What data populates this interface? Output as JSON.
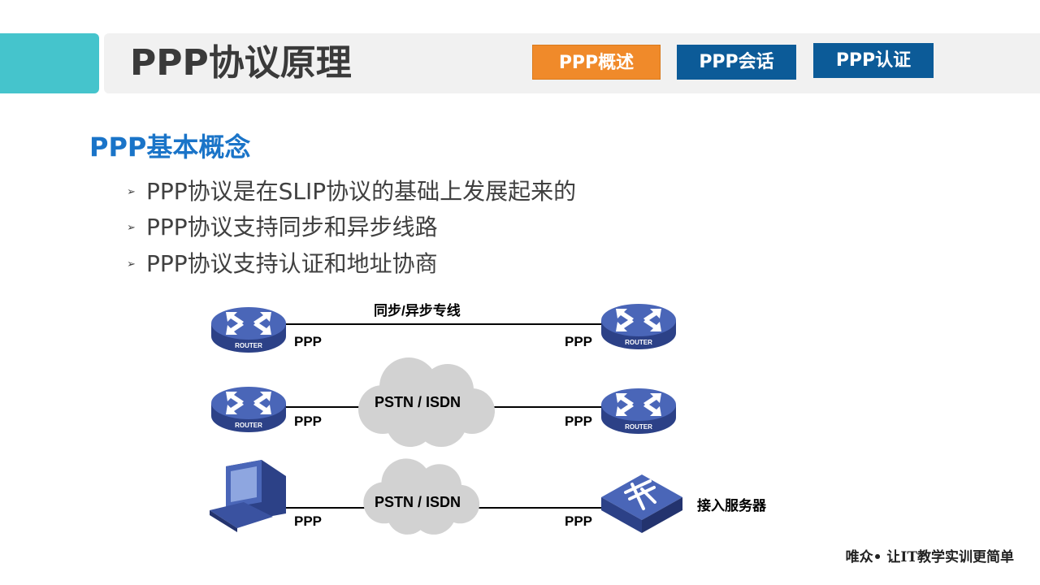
{
  "header": {
    "title": "PPP协议原理",
    "tabs": [
      {
        "label": "PPP概述",
        "active": true
      },
      {
        "label": "PPP会话",
        "active": false
      },
      {
        "label": "PPP认证",
        "active": false
      }
    ]
  },
  "main": {
    "heading": "PPP基本概念",
    "bullets": [
      "PPP协议是在SLIP协议的基础上发展起来的",
      "PPP协议支持同步和异步线路",
      "PPP协议支持认证和地址协商"
    ]
  },
  "diagram": {
    "router_label": "ROUTER",
    "row1": {
      "link_label": "同步/异步专线",
      "left_proto": "PPP",
      "right_proto": "PPP"
    },
    "row2": {
      "cloud_label": "PSTN / ISDN",
      "left_proto": "PPP",
      "right_proto": "PPP"
    },
    "row3": {
      "cloud_label": "PSTN / ISDN",
      "left_proto": "PPP",
      "right_proto": "PPP",
      "server_label": "接入服务器"
    }
  },
  "footer": {
    "slogan": "唯众• 让IT教学实训更简单"
  },
  "colors": {
    "accent_teal": "#45c4cc",
    "tab_active": "#f08a2a",
    "tab_inactive": "#0c5b98",
    "heading_blue": "#1a74c8",
    "router_blue": "#3f58a6"
  }
}
